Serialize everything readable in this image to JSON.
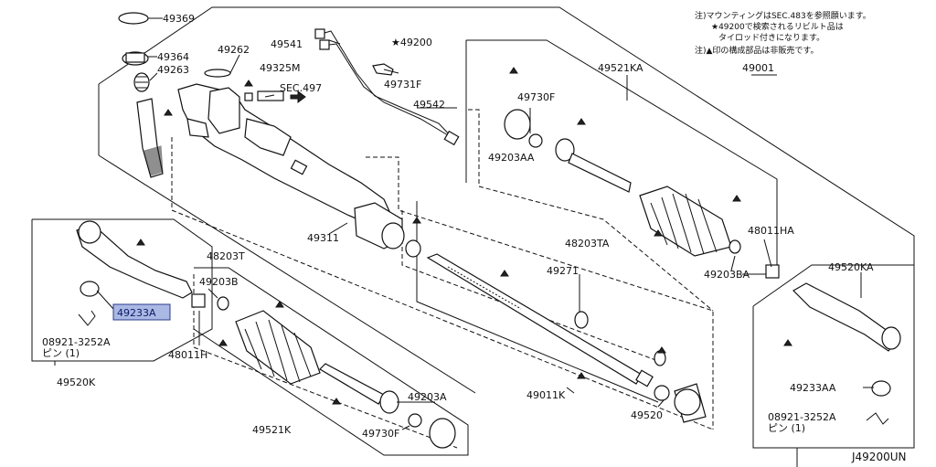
{
  "notes": {
    "line1": "注)マウンティングはSEC.483を参照願います。",
    "line2": "★49200で検索されるリビルト品は",
    "line3": "タイロッド付きになります。",
    "line4": "注)▲印の構成部品は非販売です。"
  },
  "diagram_code": "J49200UN",
  "highlight_color": "#aab8e4",
  "labels": {
    "p49369": "49369",
    "p49364": "49364",
    "p49263": "49263",
    "p49262": "49262",
    "p49541": "49541",
    "p49200": "★49200",
    "p49325M": "49325M",
    "sec497": "SEC.497",
    "p49731F": "49731F",
    "p49542": "49542",
    "p49730F_top": "49730F",
    "p49203AA": "49203AA",
    "p49521KA": "49521KA",
    "p49001": "49001",
    "p48203TA": "48203TA",
    "p48011HA": "48011HA",
    "p49203BA": "49203BA",
    "p49520KA": "49520KA",
    "p49233AA": "49233AA",
    "p08921_right": "08921-3252A",
    "pin_right": "ピン (1)",
    "p49311": "49311",
    "p49271": "49271",
    "p49011K": "49011K",
    "p49520": "49520",
    "p48203T": "48203T",
    "p49203B": "49203B",
    "p48011H": "48011H",
    "p49233A": "49233A",
    "p08921_left": "08921-3252A",
    "pin_left": "ピン (1)",
    "p49520K": "49520K",
    "p49521K": "49521K",
    "p49203A": "49203A",
    "p49730F_bottom": "49730F"
  }
}
